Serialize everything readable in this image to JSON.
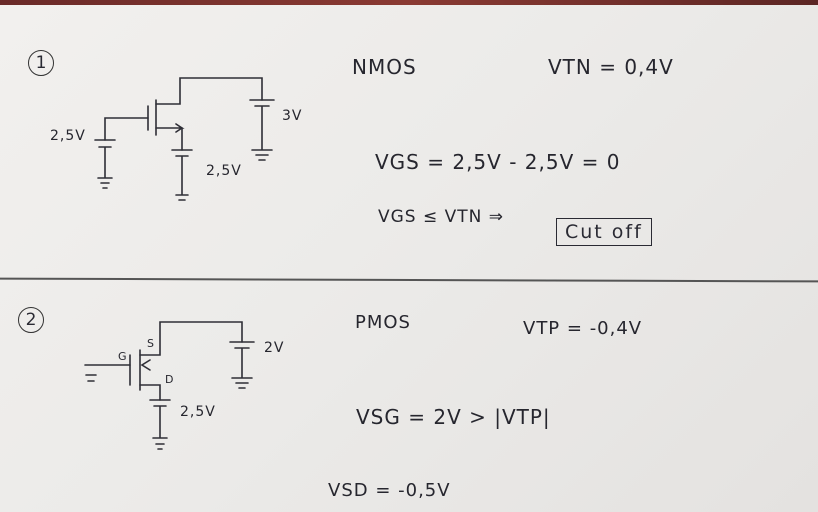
{
  "part1": {
    "number": "1",
    "type": "NMOS",
    "threshold": "VTN = 0,4V",
    "gate_source": "2,5V",
    "drain_source": "3V",
    "source_source": "2,5V",
    "vgs_eq": "VGS = 2,5V - 2,5V = 0",
    "condition": "VGS ≤ VTN ⇒",
    "result": "Cut off"
  },
  "part2": {
    "number": "2",
    "type": "PMOS",
    "threshold": "VTP = -0,4V",
    "label_g": "G",
    "label_s": "S",
    "label_d": "D",
    "source_supply": "2V",
    "drain_supply": "2,5V",
    "vsg_eq": "VSG = 2V > |VTP|",
    "vsd_eq": "VSD = -0,5V"
  }
}
